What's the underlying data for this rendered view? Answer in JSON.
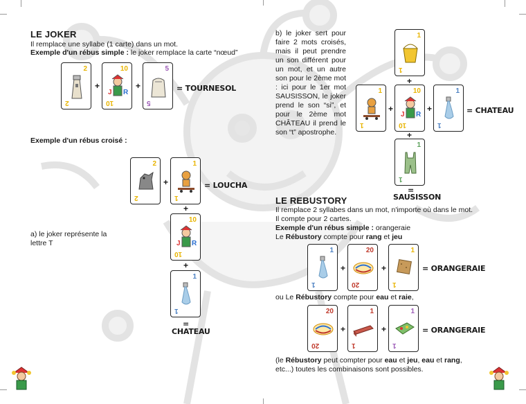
{
  "left": {
    "title": "LE JOKER",
    "line1": "Il remplace une syllabe (1 carte) dans un mot.",
    "line2_bold": "Exemple d'un rébus simple :",
    "line2_rest": " le joker remplace la carte “nœud”",
    "ex1_cards": [
      {
        "num": "2",
        "num_color": "#e8b400",
        "icon": "lighthouse-icon"
      },
      {
        "num": "10",
        "num_color": "#e8b400",
        "icon": "joker-jester-icon"
      },
      {
        "num": "5",
        "num_color": "#9b59b6",
        "icon": "sack-icon"
      }
    ],
    "ex1_result": "= TOURNESOL",
    "crossed_title": "Exemple d'un rébus croisé :",
    "crossed_row_cards": [
      {
        "num": "2",
        "num_color": "#e8b400",
        "icon": "wolf-icon"
      },
      {
        "num": "1",
        "num_color": "#e8b400",
        "icon": "cat-skateboard-icon"
      }
    ],
    "crossed_row_result": "= LOUCHA",
    "crossed_col_cards": [
      {
        "num": "10",
        "num_color": "#e8b400",
        "icon": "joker-jester-icon"
      },
      {
        "num": "1",
        "num_color": "#4a7fc1",
        "icon": "water-icon"
      }
    ],
    "crossed_col_result_eq": "=",
    "crossed_col_result": "CHATEAU",
    "note_a": "a) le joker représente la lettre T"
  },
  "right": {
    "note_b": "b) le joker sert pour faire 2 mots croisés, mais il peut prendre un son différent pour un mot, et un autre son pour le 2ème mot : ici pour le 1er mot SAUSISSON, le joker prend le son “si”, et pour le 2ème mot CHÂTEAU il prend le son “t” apostrophe.",
    "col_cards": [
      {
        "num": "1",
        "num_color": "#e8b400",
        "icon": "bucket-icon"
      },
      {
        "num": "10",
        "num_color": "#e8b400",
        "icon": "joker-jester-icon"
      },
      {
        "num": "1",
        "num_color": "#5aa05a",
        "icon": "overalls-icon"
      }
    ],
    "row_left_card": {
      "num": "1",
      "num_color": "#e8b400",
      "icon": "cat-skateboard-icon"
    },
    "row_right_card": {
      "num": "1",
      "num_color": "#4a7fc1",
      "icon": "water-icon"
    },
    "row_result": "= CHATEAU",
    "col_result_eq": "=",
    "col_result": "SAUSISSON",
    "rebus_title": "LE REBUSTORY",
    "rebus_line1": "Il remplace 2 syllabes dans un mot, n'importe où dans le mot.",
    "rebus_line2": "Il compte pour 2 cartes.",
    "rebus_line3_bold": "Exemple d'un rébus simple :",
    "rebus_line3_rest": " orangeraie",
    "rebus_line4_a": "Le ",
    "rebus_line4_b": "Rébustory",
    "rebus_line4_c": " compte pour ",
    "rebus_line4_d": "rang",
    "rebus_line4_e": " et ",
    "rebus_line4_f": "jeu",
    "ex2_cards": [
      {
        "num": "1",
        "num_color": "#4a7fc1",
        "icon": "water-icon"
      },
      {
        "num": "20",
        "num_color": "#c0392b",
        "icon": "rebustory-logo-icon"
      },
      {
        "num": "1",
        "num_color": "#e8b400",
        "icon": "cracker-icon"
      }
    ],
    "ex2_result": "= ORANGERAIE",
    "or_line_a": "ou Le ",
    "or_line_b": "Rébustory",
    "or_line_c": " compte pour ",
    "or_line_d": "eau",
    "or_line_e": " et ",
    "or_line_f": "raie",
    "or_line_g": ",",
    "ex3_cards": [
      {
        "num": "20",
        "num_color": "#c0392b",
        "icon": "rebustory-logo-icon"
      },
      {
        "num": "1",
        "num_color": "#c0392b",
        "icon": "row-of-seats-icon"
      },
      {
        "num": "1",
        "num_color": "#9b59b6",
        "icon": "game-board-icon"
      }
    ],
    "ex3_result": "= ORANGERAIE",
    "final_a": "(le ",
    "final_b": "Rébustory",
    "final_c": " peut compter pour ",
    "final_d": "eau",
    "final_e": " et ",
    "final_f": "jeu",
    "final_g": ", ",
    "final_h": "eau",
    "final_i": " et ",
    "final_j": "rang",
    "final_k": ",",
    "final_line2": "etc...) toutes les combinaisons sont possibles."
  },
  "operators": {
    "plus": "+"
  }
}
